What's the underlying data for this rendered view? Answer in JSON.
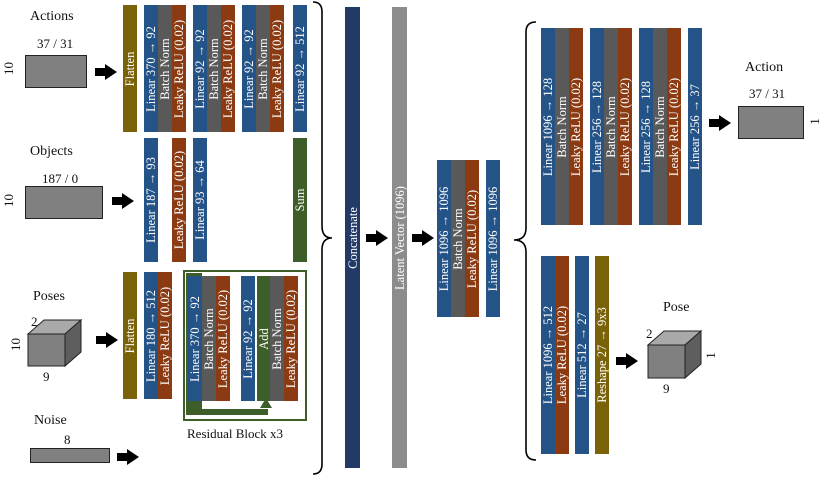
{
  "colors": {
    "linear": "#245388",
    "batch_norm": "#595959",
    "leaky_relu": "#8B3A12",
    "flatten": "#7A6208",
    "sum": "#3D5E29",
    "concat": "#223A66",
    "latent": "#8C8C8C",
    "input_box": "#808080"
  },
  "inputs": {
    "actions": {
      "title": "Actions",
      "dims": "37 / 31",
      "rows": "10"
    },
    "objects": {
      "title": "Objects",
      "dims": "187 / 0",
      "rows": "10"
    },
    "poses": {
      "title": "Poses",
      "dim_depth": "2",
      "dim_rows": "10",
      "dim_cols": "9"
    },
    "noise": {
      "title": "Noise",
      "dims": "8"
    }
  },
  "actions_branch": {
    "flatten": "Flatten",
    "groups": [
      [
        "Linear 370 → 92",
        "Batch Norm",
        "Leaky ReLU (0.02)"
      ],
      [
        "Linear 92 → 92",
        "Batch Norm",
        "Leaky ReLU (0.02)"
      ],
      [
        "Linear 92 → 92",
        "Batch Norm",
        "Leaky ReLU (0.02)"
      ]
    ],
    "final": "Linear 92 → 512"
  },
  "objects_branch": {
    "layers": [
      "Linear 187 → 93",
      "Leaky ReLU (0.02)",
      "Linear 93 → 64"
    ]
  },
  "sum_label": "Sum",
  "poses_branch": {
    "flatten": "Flatten",
    "layers": [
      "Linear 180 → 512",
      "Leaky ReLU (0.02)"
    ],
    "residual": {
      "layers": [
        "Linear 370 → 92",
        "Batch Norm",
        "Leaky ReLU (0.02)"
      ],
      "layers2": [
        "Linear 92 → 92",
        "Add",
        "Batch Norm",
        "Leaky ReLU (0.02)"
      ],
      "caption": "Residual Block x3"
    }
  },
  "concat_label": "Concatenate",
  "latent_label": "Latent Vector (1096)",
  "trunk": [
    "Linear 1096 → 1096",
    "Batch Norm",
    "Leaky ReLU (0.02)",
    "Linear 1096 → 1096"
  ],
  "action_head": {
    "groups": [
      [
        "Linear 1096 → 128",
        "Batch Norm",
        "Leaky ReLU (0.02)"
      ],
      [
        "Linear 256 → 128",
        "Batch Norm",
        "Leaky ReLU (0.02)"
      ],
      [
        "Linear 256 → 128",
        "Batch Norm",
        "Leaky ReLU (0.02)"
      ]
    ],
    "final": "Linear 256 → 37"
  },
  "pose_head": {
    "layers": [
      "Linear 1096 → 512",
      "Leaky ReLU (0.02)",
      "Linear 512 → 27",
      "Reshape 27 → 9x3"
    ]
  },
  "outputs": {
    "action": {
      "title": "Action",
      "dims": "37 / 31",
      "rows": "1"
    },
    "pose": {
      "title": "Pose",
      "dim_depth": "2",
      "dim_rows": "1",
      "dim_cols": "9"
    }
  }
}
